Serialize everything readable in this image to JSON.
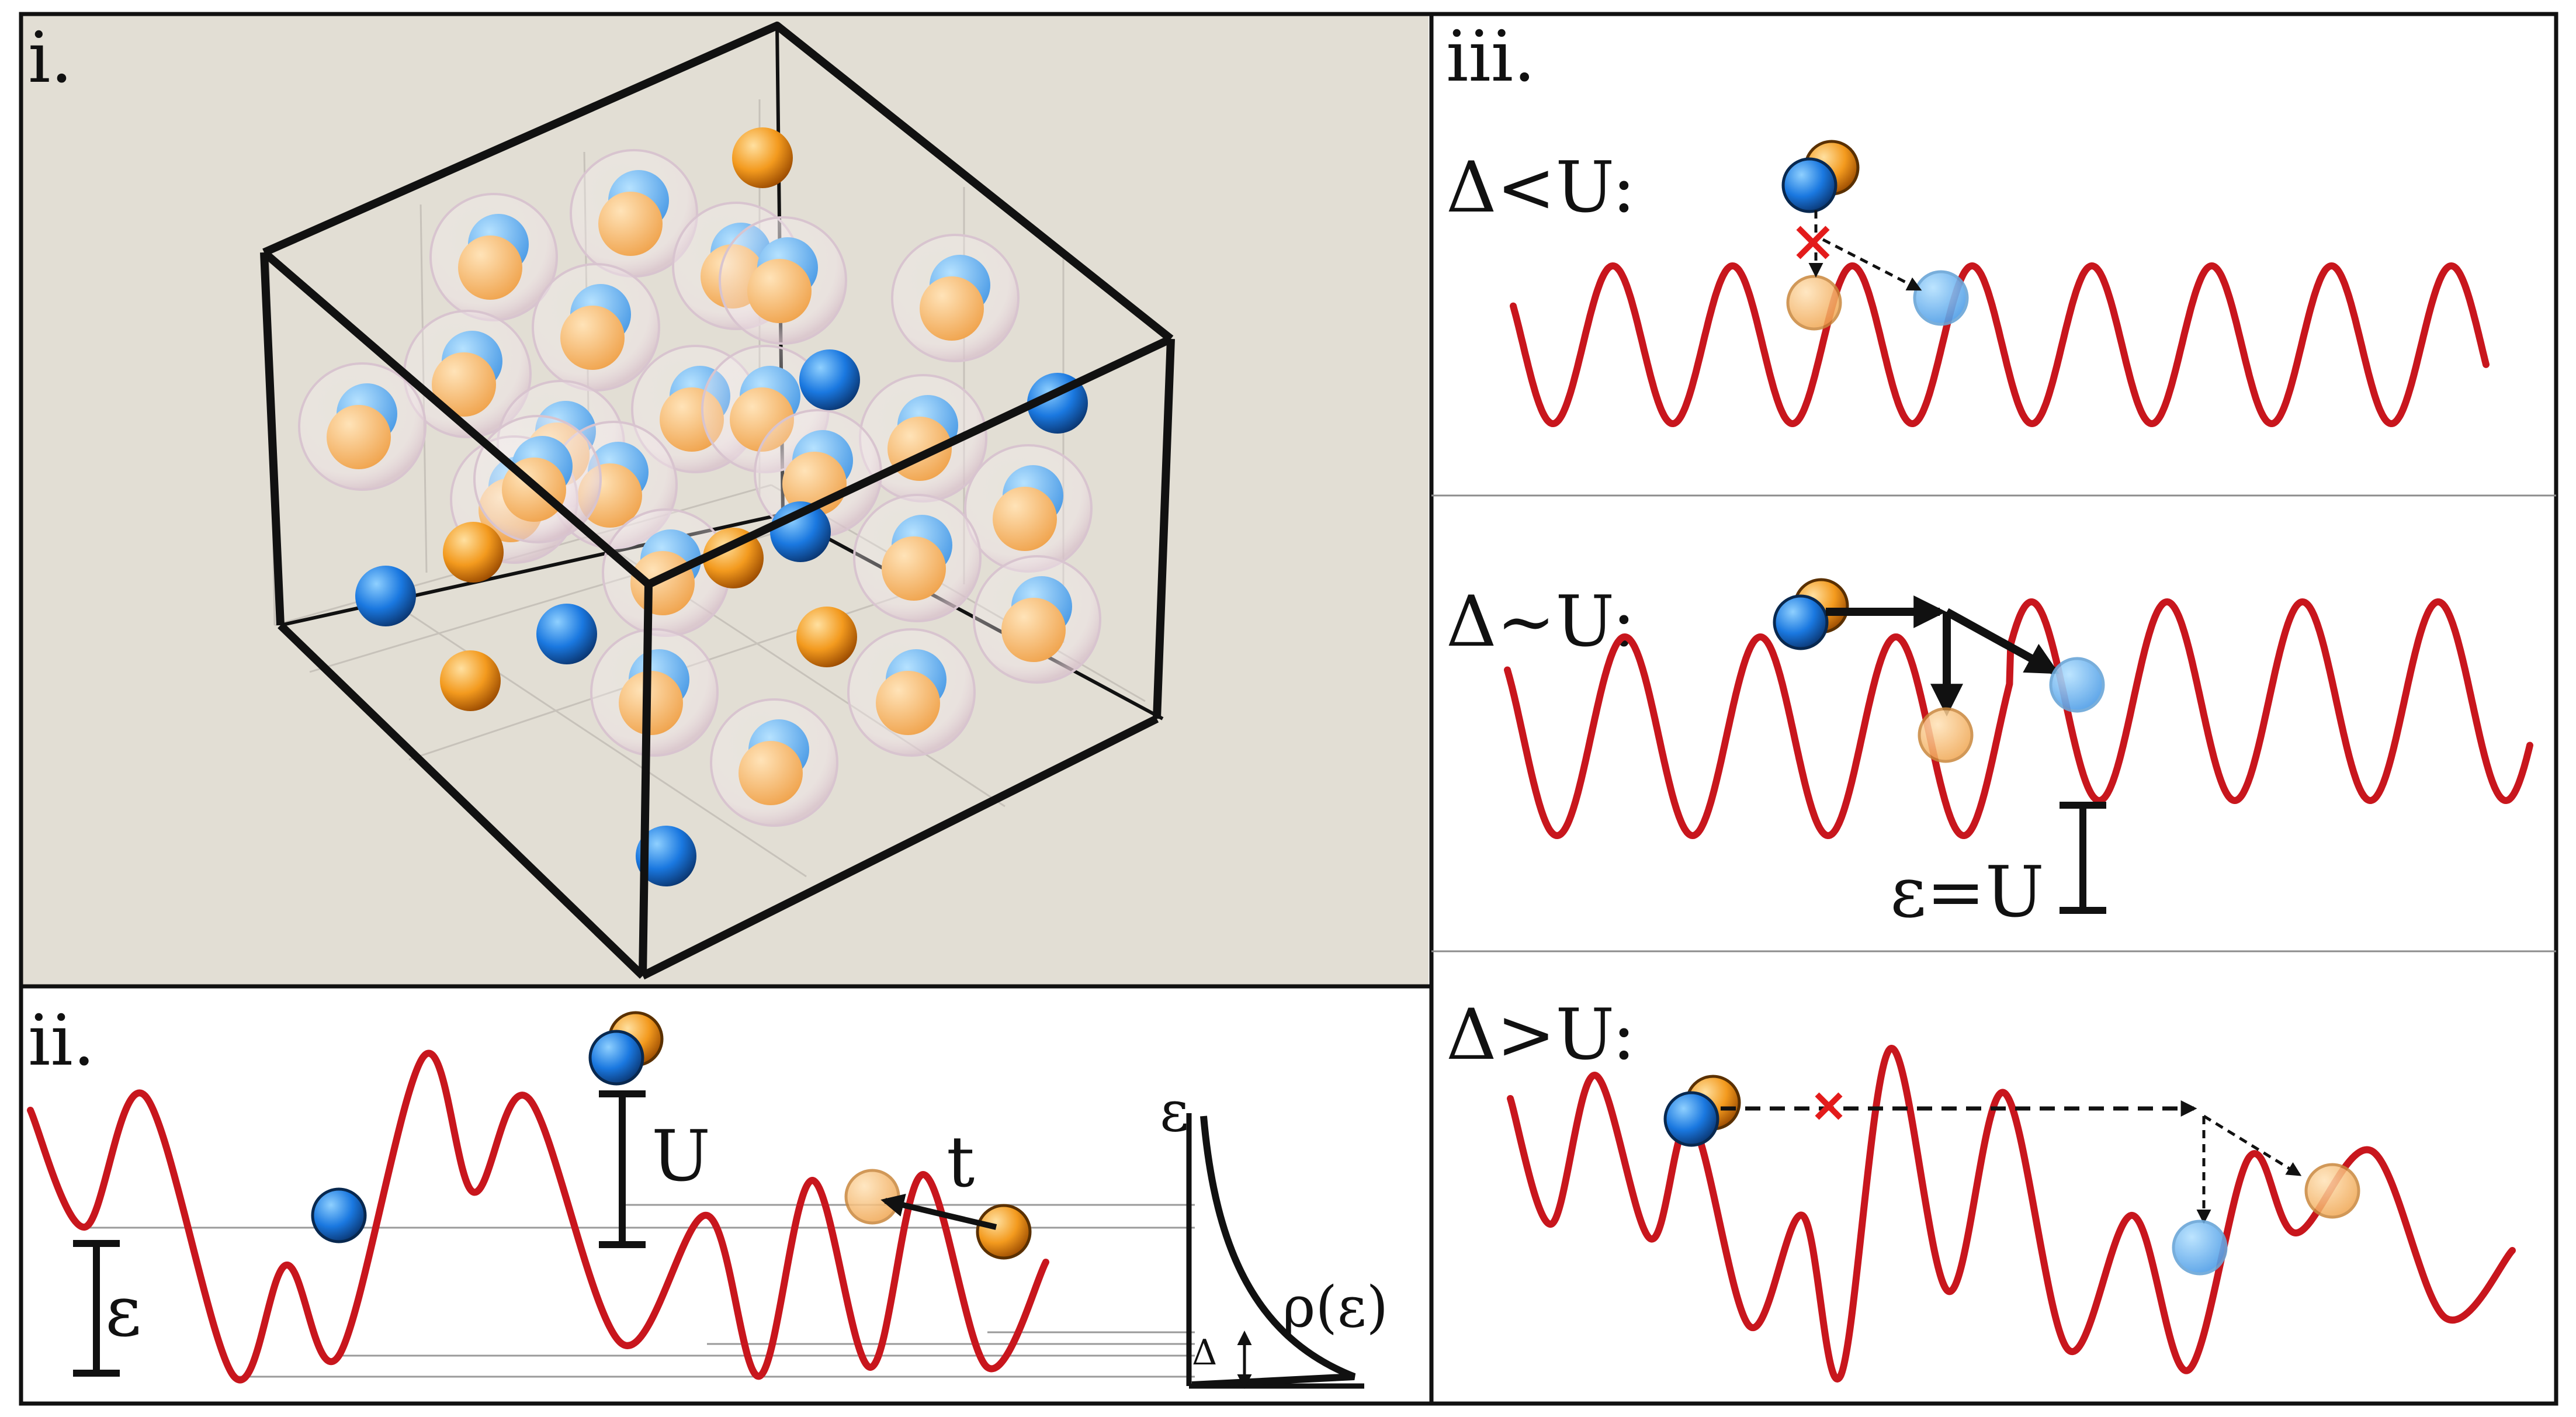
{
  "panels": {
    "i": {
      "label": "i."
    },
    "ii": {
      "label": "ii.",
      "U": "U",
      "t": "t",
      "epsilon": "ε",
      "dos_axis": "ε",
      "dos_label": "ρ(ε)",
      "delta": "Δ"
    },
    "iii": {
      "label": "iii.",
      "rows": [
        {
          "condition": "Δ<U:"
        },
        {
          "condition": "Δ~U:",
          "annotation": "ε=U"
        },
        {
          "condition": "Δ>U:"
        }
      ]
    }
  },
  "colors": {
    "potential": "#c8161d",
    "blue_particle": "#1a78e0",
    "orange_particle": "#f39a1e",
    "forbidden_mark": "#e31b1b",
    "panel_i_background": "#e2ded4",
    "frame": "#111111"
  }
}
